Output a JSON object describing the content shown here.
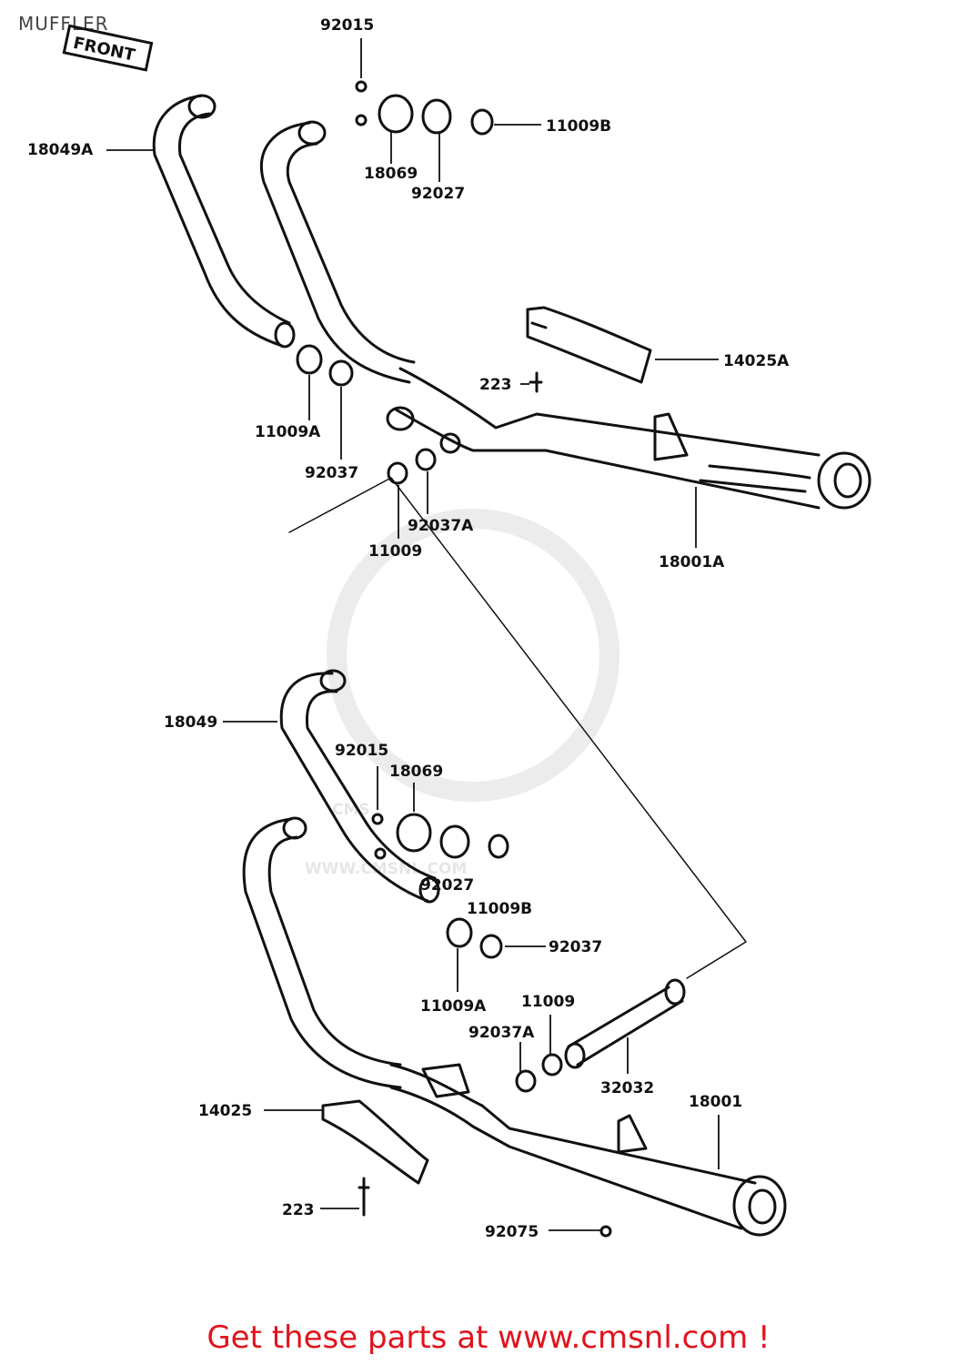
{
  "title": "MUFFLER",
  "front_badge": "FRONT",
  "watermark": {
    "logo": "CMS",
    "url": "WWW.CMSNL.COM"
  },
  "labels": {
    "p92015_top": "92015",
    "p11009B_top": "11009B",
    "p18049A": "18049A",
    "p18069_top": "18069",
    "p92027_top": "92027",
    "p14025A": "14025A",
    "p223_top": "223",
    "p11009A_top": "11009A",
    "p92037_top": "92037",
    "p92037A_top": "92037A",
    "p11009_top": "11009",
    "p18001A": "18001A",
    "p18049": "18049",
    "p92015_bot": "92015",
    "p18069_bot": "18069",
    "p92027_bot": "92027",
    "p11009B_bot": "11009B",
    "p92037_bot": "92037",
    "p11009A_bot": "11009A",
    "p11009_bot": "11009",
    "p92037A_bot": "92037A",
    "p32032": "32032",
    "p18001": "18001",
    "p14025": "14025",
    "p223_bot": "223",
    "p92075": "92075"
  },
  "footer": "Get these parts at www.cmsnl.com !"
}
